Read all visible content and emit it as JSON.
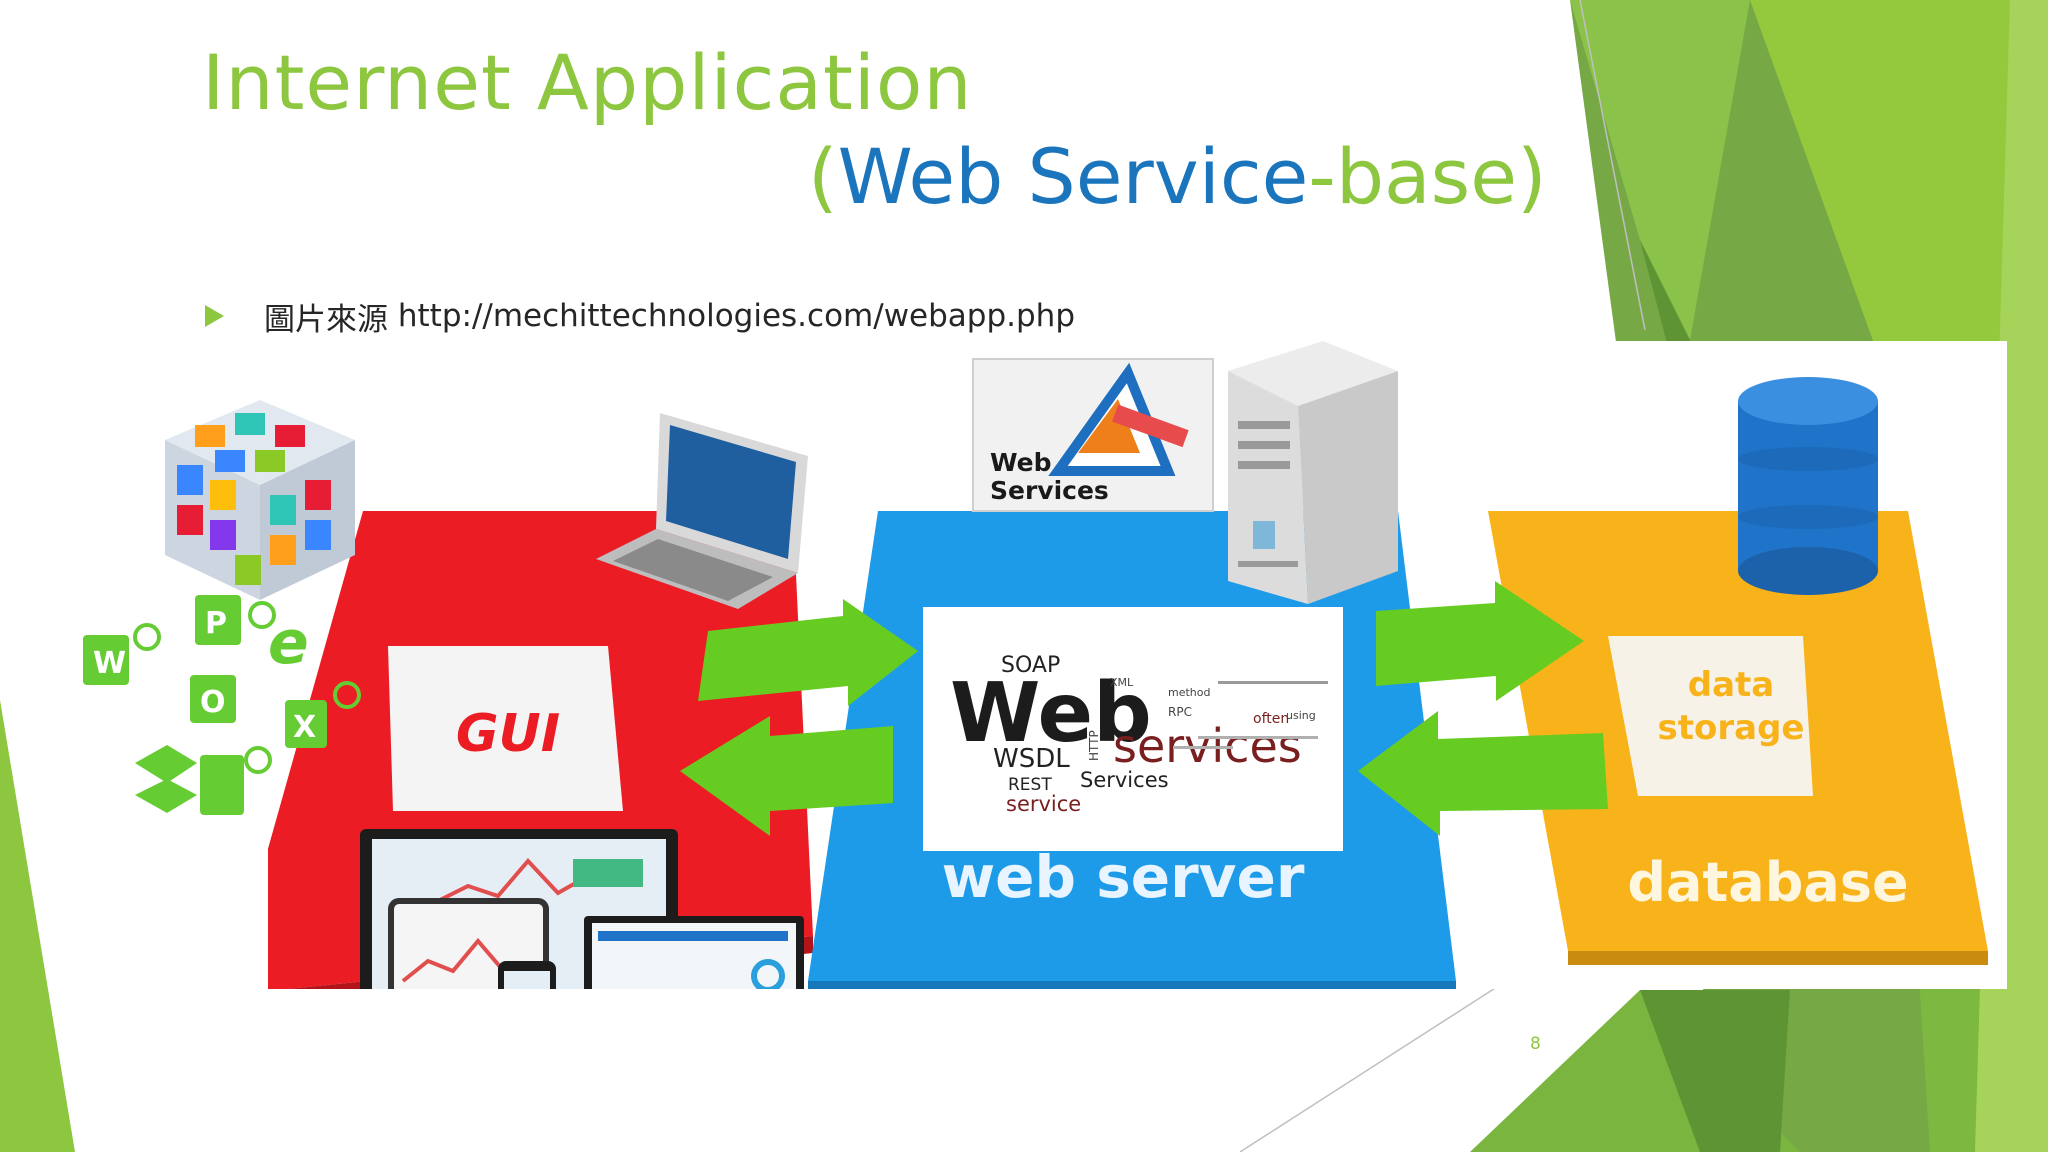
{
  "slide": {
    "title": {
      "line1": "Internet Application",
      "line2_open": "(",
      "line2_highlight": "Web Service",
      "line2_rest": "-base)"
    },
    "bullet": {
      "label": "圖片來源",
      "url": "http://mechittechnologies.com/webapp.php"
    },
    "page_number": "8",
    "colors": {
      "title_green": "#8dc63f",
      "title_blue": "#1b75bc",
      "gui_red": "#ec1c24",
      "server_blue": "#1e9be8",
      "database_yellow": "#f9b31a",
      "arrow_green": "#66cc22"
    }
  },
  "picture": {
    "platforms": {
      "gui": "GUI",
      "server": "web server",
      "database": "database",
      "storage_line1": "data",
      "storage_line2": "storage"
    },
    "logo_text_line1": "Web",
    "logo_text_line2": "Services",
    "word_cloud": {
      "soap": "SOAP",
      "web": "Web",
      "services": "services",
      "wsdl": "WSDL",
      "rest": "REST",
      "service": "service",
      "services_small": "Services",
      "xml": "XML",
      "http": "HTTP",
      "often": "often",
      "using": "using",
      "method": "method",
      "rpc": "RPC"
    },
    "app_icons": {
      "word": "W",
      "powerpoint": "P",
      "outlook": "O",
      "excel": "X",
      "ie": "e"
    },
    "cube_icons": [
      "search-icon",
      "music-icon",
      "camera-icon",
      "chat-icon",
      "mail-icon",
      "gear-icon"
    ]
  }
}
